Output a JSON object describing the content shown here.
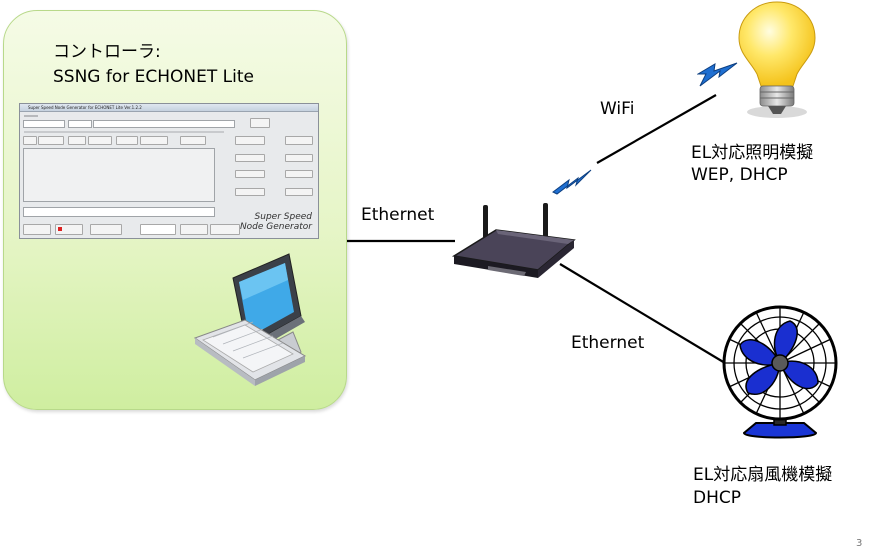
{
  "controller": {
    "title_line1": "コントローラ:",
    "title_line2": "SSNG for ECHONET Lite",
    "screenshot": {
      "window_title": "Super Speed Node Generator for ECHONET Lite  Ver.1.2.2",
      "brand_line1": "Super Speed",
      "brand_line2": "Node Generator"
    }
  },
  "links": {
    "wifi_label": "WiFi",
    "ethernet_left_label": "Ethernet",
    "ethernet_right_label": "Ethernet"
  },
  "devices": {
    "light_name": "EL対応照明模擬",
    "light_desc": "WEP, DHCP",
    "fan_name": "EL対応扇風機模擬",
    "fan_desc": "DHCP"
  },
  "page_number": "3",
  "colors": {
    "controller_fill": "#e6f5c7",
    "lightning": "#1f6fd1",
    "bulb": "#ffe04a",
    "fan_blade": "#2233cc"
  }
}
